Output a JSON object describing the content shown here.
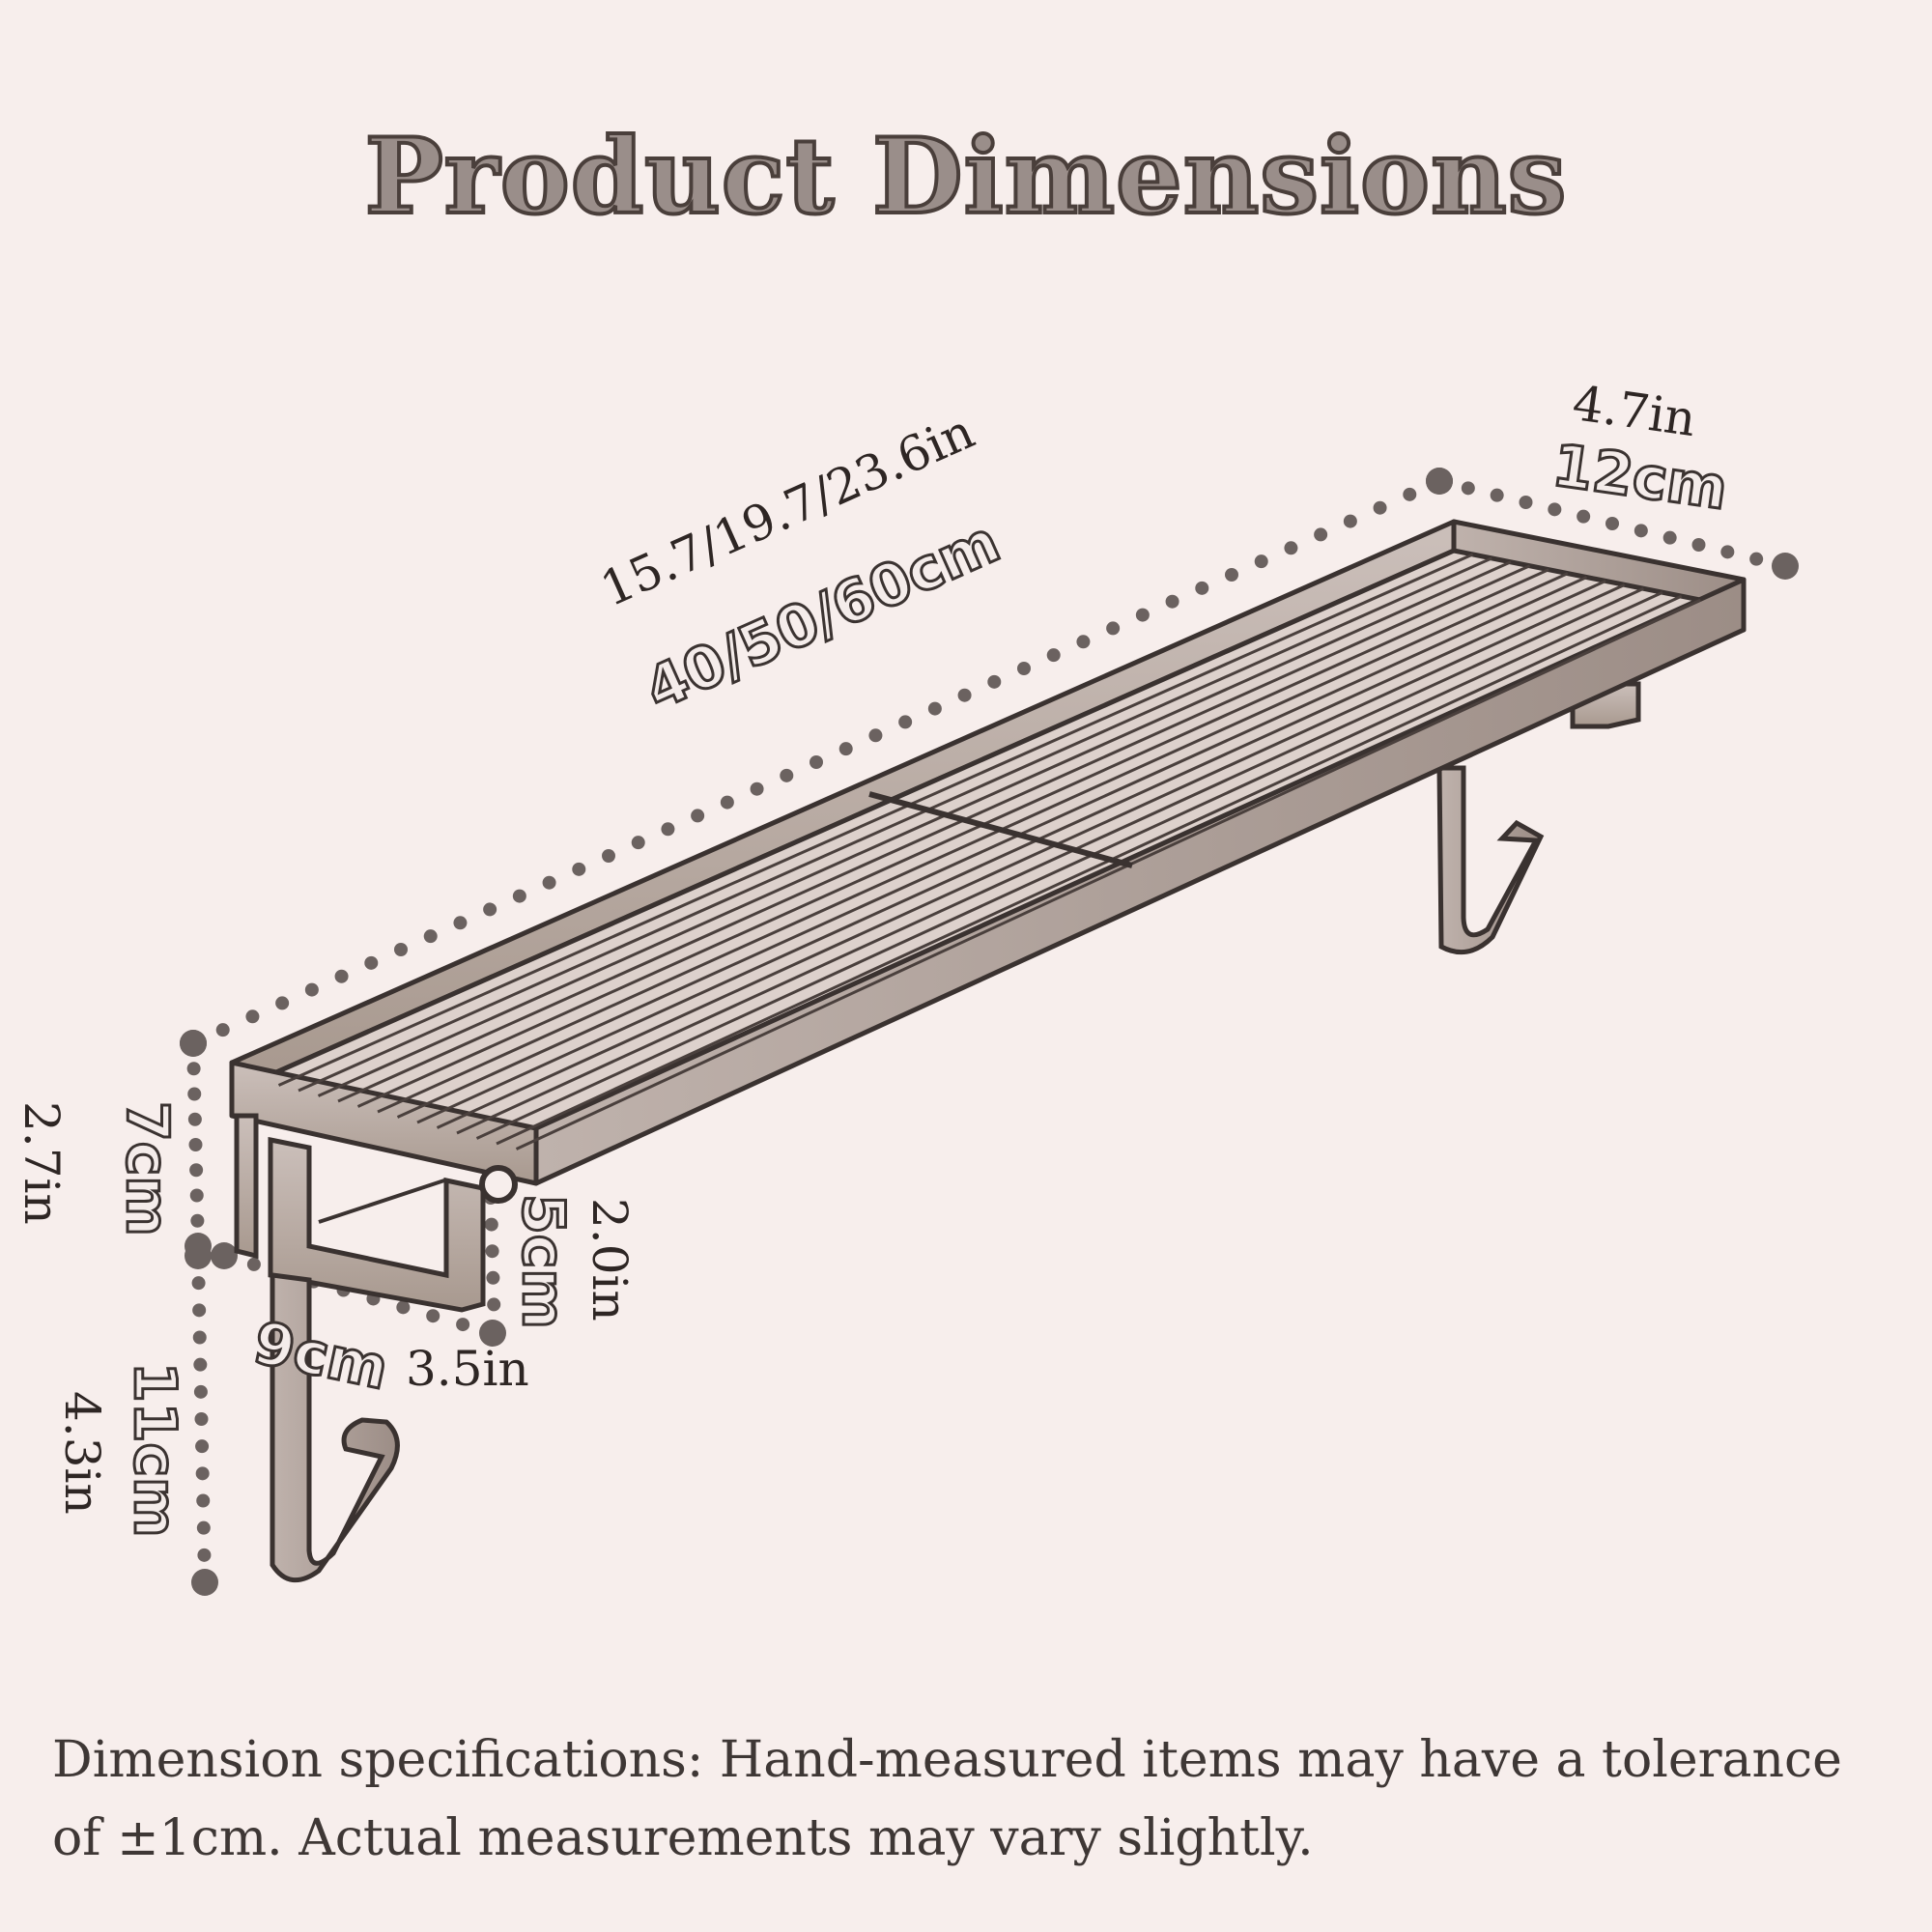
{
  "title": "Product Dimensions",
  "dimensions": {
    "length": {
      "in": "15.7/19.7/23.6in",
      "cm": "40/50/60cm"
    },
    "width": {
      "in": "4.7in",
      "cm": "12cm"
    },
    "side_height": {
      "in": "2.7in",
      "cm": "7cm"
    },
    "front_height": {
      "in": "2.0in",
      "cm": "5cm"
    },
    "bracket_depth": {
      "in": "3.5in",
      "cm": "9cm"
    },
    "hook_height": {
      "in": "4.3in",
      "cm": "11cm"
    }
  },
  "note": "Dimension specifications: Hand-measured items may have a tolerance of ±1cm. Actual measurements may vary slightly.",
  "colors": {
    "background": "#f7eeec",
    "ink": "#3a3230",
    "dots": "#6b6260"
  }
}
